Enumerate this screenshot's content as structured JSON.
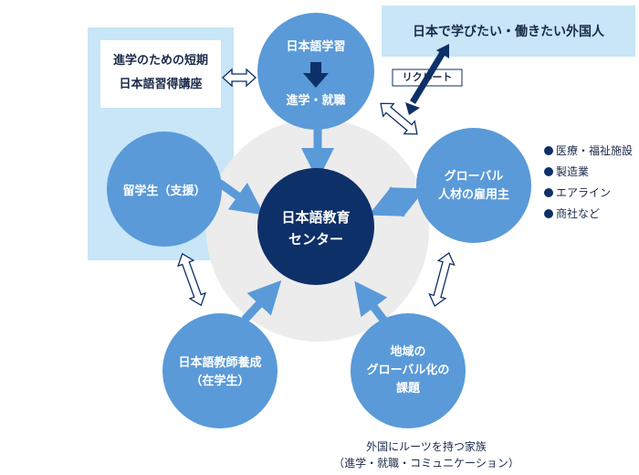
{
  "center": {
    "lines": [
      "日本語教育",
      "センター"
    ]
  },
  "nodes": {
    "study": {
      "lines": [
        "日本語学習",
        "進学・就職"
      ]
    },
    "ryugakusei": {
      "lines": [
        "留学生（支援）"
      ]
    },
    "global": {
      "lines": [
        "グローバル",
        "人材の雇用主"
      ]
    },
    "teacher": {
      "lines": [
        "日本語教師養成",
        "（在学生）"
      ]
    },
    "region": {
      "lines": [
        "地域の",
        "グローバル化の",
        "課題"
      ]
    }
  },
  "course_box": {
    "lines": [
      "進学のための短期",
      "日本語習得講座"
    ]
  },
  "foreigners_box": {
    "text": "日本で学びたい・働きたい外国人"
  },
  "recruit_label": "リクルート",
  "employers": [
    "医療・福祉施設",
    "製造業",
    "エアライン",
    "商社など"
  ],
  "region_note": {
    "lines": [
      "外国にルーツを持つ家族",
      "（進学・就職・コミュニケーション）"
    ]
  },
  "colors": {
    "circle": "#5a9ad8",
    "center": "#0e3068",
    "light_panel": "#c8e6f7",
    "bg_circle": "#ececec",
    "outline_arrow": "#0e3068"
  }
}
